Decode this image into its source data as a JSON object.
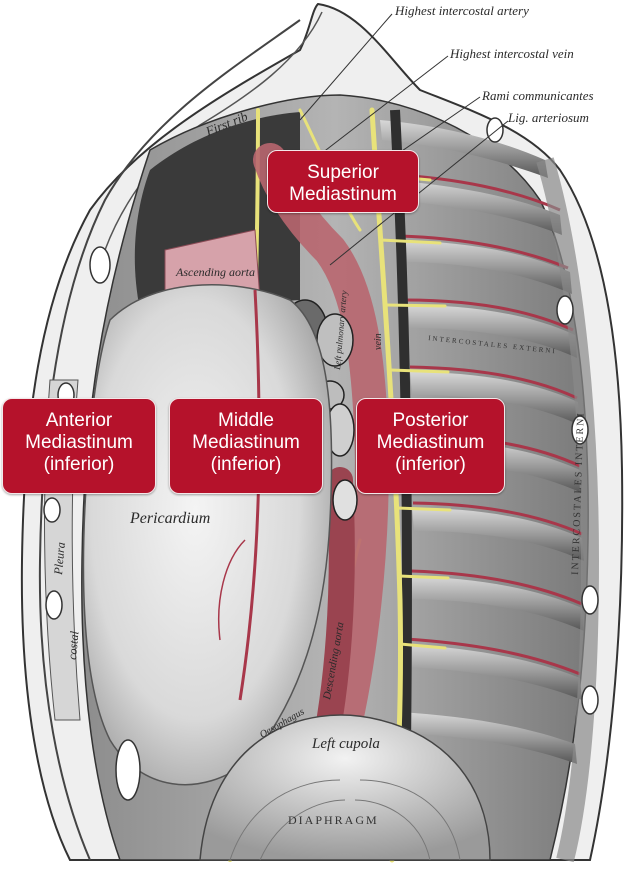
{
  "annotations": {
    "highest_intercostal_artery": "Highest intercostal artery",
    "highest_intercostal_vein": "Highest intercostal vein",
    "rami_communicantes": "Rami communicantes",
    "lig_arteriosum": "Lig. arteriosum",
    "first_rib": "First rib",
    "ascending_aorta": "Ascending aorta",
    "pericardium": "Pericardium",
    "left_cupola": "Left cupola",
    "diaphragm": "DIAPHRAGM",
    "pleura": "Pleura",
    "costal": "costal",
    "intercostales_interni": "INTERCOSTALES INTERNI",
    "intercostales_externi": "INTERCOSTALES EXTERNI",
    "oesophagus": "Oesophagus",
    "descending_aorta": "Descending aorta",
    "vein": "vein",
    "left_pulmonary_artery": "Left pulmonary artery"
  },
  "regions": {
    "superior": {
      "line1": "Superior",
      "line2": "Mediastinum"
    },
    "anterior": {
      "line1": "Anterior",
      "line2": "Mediastinum",
      "line3": "(inferior)"
    },
    "middle": {
      "line1": "Middle",
      "line2": "Mediastinum",
      "line3": "(inferior)"
    },
    "posterior": {
      "line1": "Posterior",
      "line2": "Mediastinum",
      "line3": "(inferior)"
    }
  },
  "colors": {
    "label_fill": "#b5122b",
    "label_text": "#ffffff",
    "nerve_yellow": "#e8e27a",
    "vessel_red": "#a8374a",
    "aorta_pink": "#d6a2aa"
  }
}
